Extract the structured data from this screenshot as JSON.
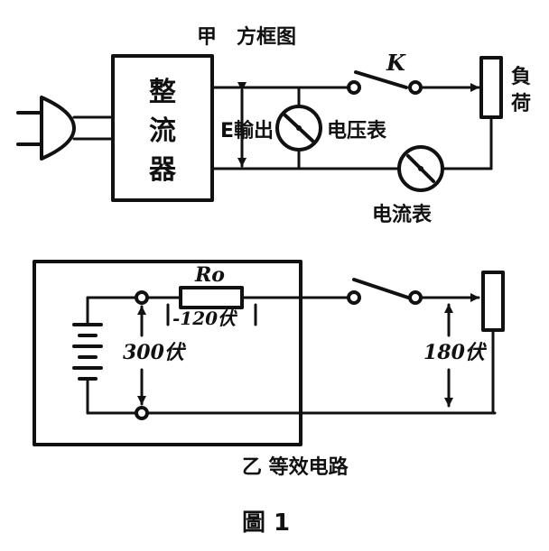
{
  "diagram_a": {
    "title": "甲　方框图",
    "rectifier_label": [
      "整",
      "流",
      "器"
    ],
    "output_label": "E輸出",
    "voltmeter_label": "电压表",
    "ammeter_label": "电流表",
    "switch_label": "K",
    "load_label": [
      "負",
      "荷"
    ]
  },
  "diagram_b": {
    "title": "乙 等效电路",
    "resistor_label": "Ro",
    "drop_label": "-120伏",
    "source_voltage": "300伏",
    "load_voltage": "180伏"
  },
  "figure_caption": "圖 1"
}
